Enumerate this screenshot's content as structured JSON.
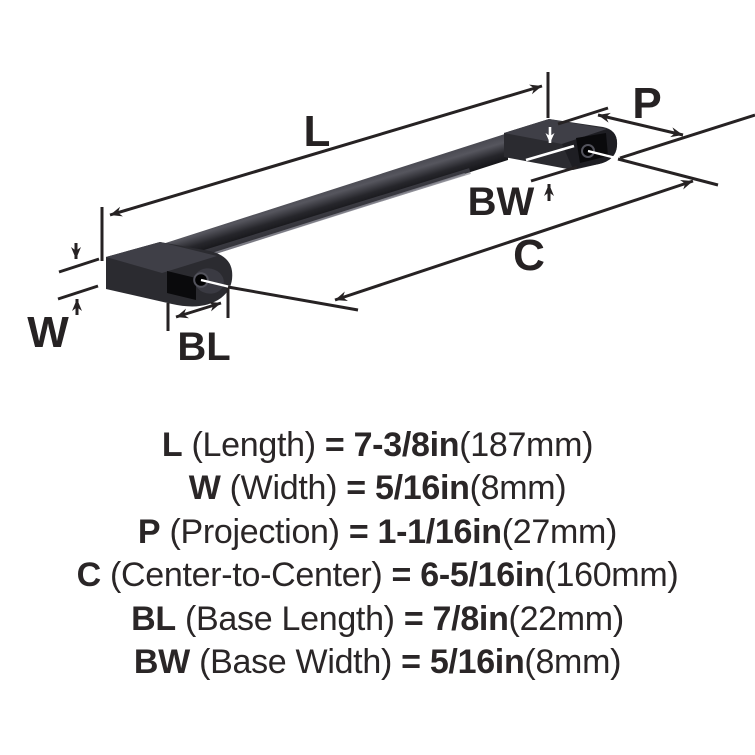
{
  "diagram": {
    "description": "3D perspective drawing of a black rectangular cabinet bar pull with dimension callouts",
    "dim_labels": {
      "L": "L",
      "P": "P",
      "BW": "BW",
      "C": "C",
      "W": "W",
      "BL": "BL"
    }
  },
  "specs": [
    {
      "letter": "L",
      "name": " (Length) ",
      "eq": "= 7-3/8in",
      "metric": "(187mm)"
    },
    {
      "letter": "W",
      "name": " (Width) ",
      "eq": "= 5/16in",
      "metric": "(8mm)"
    },
    {
      "letter": "P",
      "name": " (Projection) ",
      "eq": "= 1-1/16in",
      "metric": "(27mm)"
    },
    {
      "letter": "C",
      "name": " (Center-to-Center) ",
      "eq": "= 6-5/16in",
      "metric": "(160mm)"
    },
    {
      "letter": "BL",
      "name": " (Base Length) ",
      "eq": "= 7/8in",
      "metric": "(22mm)"
    },
    {
      "letter": "BW",
      "name": " (Base Width) ",
      "eq": "= 5/16in",
      "metric": "(8mm)"
    }
  ],
  "colors": {
    "ink": "#262223",
    "background": "#ffffff",
    "handle_dark": "#0d0d10",
    "handle_mid": "#2b2b30",
    "handle_light": "#4e4e55",
    "highlight_white": "#ffffff"
  }
}
